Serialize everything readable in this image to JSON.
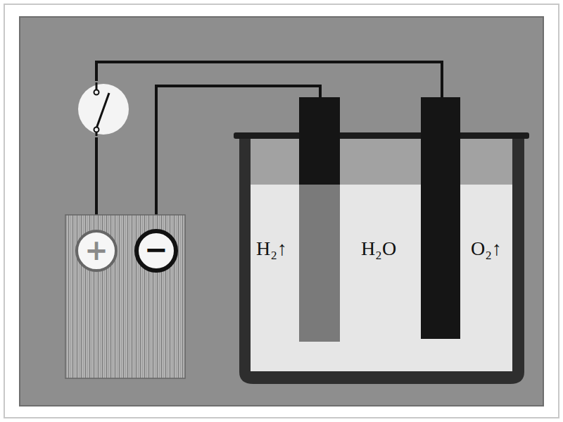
{
  "diagram": {
    "labels": [
      "+",
      "−",
      "H₂↑",
      "H₂O",
      "O₂↑"
    ]
  }
}
